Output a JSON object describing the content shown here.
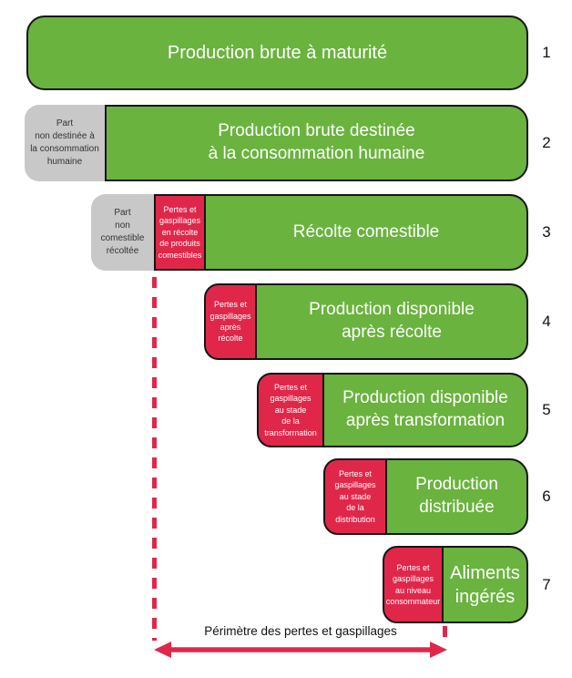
{
  "colors": {
    "green": "#6ab33e",
    "red": "#e0274a",
    "gray": "#c8c8c8",
    "border": "#151515"
  },
  "rows": [
    {
      "num": "1",
      "green": "Production brute à maturité"
    },
    {
      "num": "2",
      "gray": "Part\nnon destinée à\nla consommation\nhumaine",
      "green": "Production brute destinée\nà la consommation humaine"
    },
    {
      "num": "3",
      "gray": "Part\nnon\ncomestible\nrécoltée",
      "red": "Pertes et\ngaspillages\nen récolte\nde produits\ncomestibles",
      "green": "Récolte comestible"
    },
    {
      "num": "4",
      "red": "Pertes et\ngaspillages\naprès\nrécolte",
      "green": "Production disponible\naprès récolte"
    },
    {
      "num": "5",
      "red": "Pertes et\ngaspillages\nau stade\nde la\ntransformation",
      "green": "Production disponible\naprès transformation"
    },
    {
      "num": "6",
      "red": "Pertes et\ngaspillages\nau stade\nde la\ndistribution",
      "green": "Production\ndistribuée"
    },
    {
      "num": "7",
      "red": "Pertes et\ngaspillages\nau niveau\nconsommateur",
      "green": "Aliments\ningérés"
    }
  ],
  "footer": {
    "perimeter_label": "Périmètre des pertes et gaspillages"
  }
}
